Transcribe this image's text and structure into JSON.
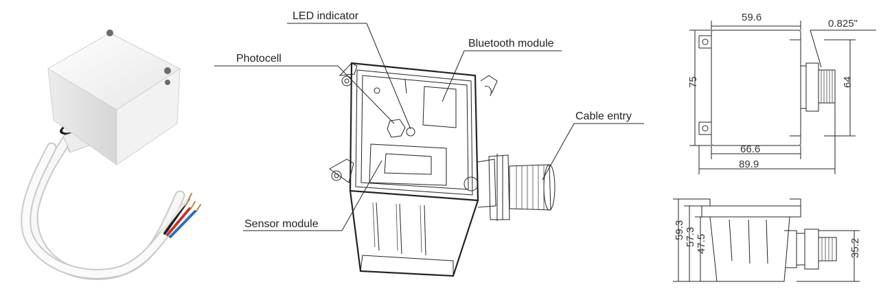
{
  "callouts": {
    "led_indicator": "LED indicator",
    "photocell": "Photocell",
    "bluetooth_module": "Bluetooth module",
    "cable_entry": "Cable entry",
    "sensor_module": "Sensor module"
  },
  "dimensions": {
    "top_width": "59.6",
    "thread_size": "0.825\"",
    "height": "75",
    "side_height": "64",
    "inner_width": "66.6",
    "overall_width": "89.9",
    "total_height": "59.3",
    "body_height": "57.3",
    "lower_height": "47.5",
    "thread_height": "35.2"
  },
  "colors": {
    "line": "#222222",
    "housing_white": "#f4f4f4",
    "cable_red": "#c8322a",
    "cable_blue": "#2f6fb8",
    "cable_black": "#222222"
  }
}
